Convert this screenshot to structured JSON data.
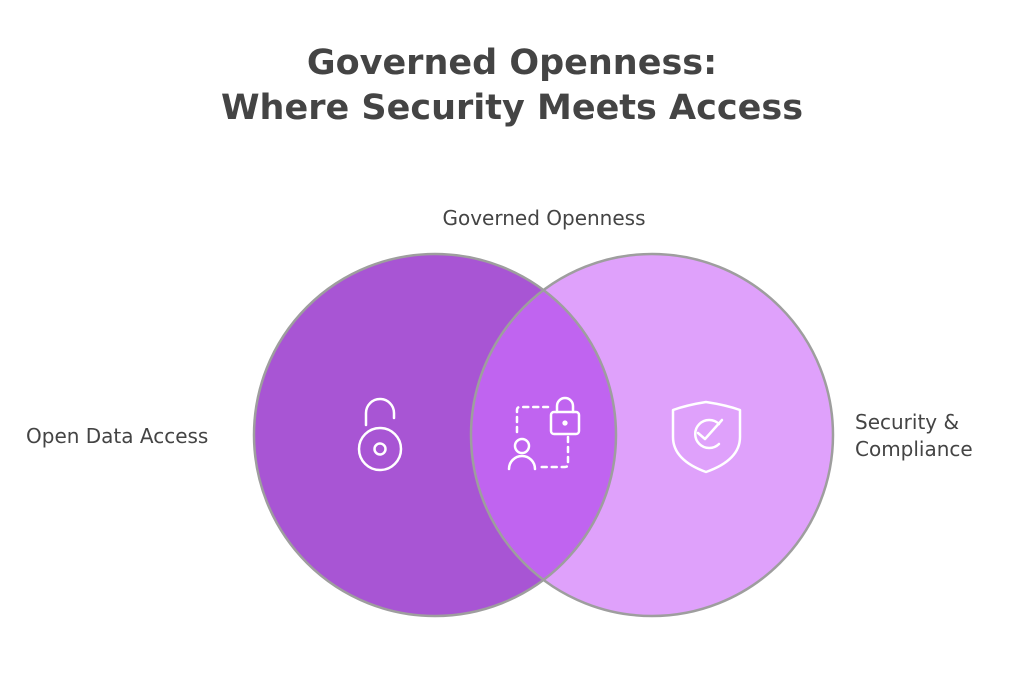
{
  "title": {
    "line1": "Governed Openness:",
    "line2": "Where Security Meets Access"
  },
  "labels": {
    "intersection": "Governed Openness",
    "left": "Open Data Access",
    "right_line1": "Security &",
    "right_line2": "Compliance"
  },
  "icons": {
    "left": "unlocked-padlock-icon",
    "center": "user-with-lock-icon",
    "right": "shield-check-icon"
  },
  "colors": {
    "left_circle": "#a855d4",
    "right_circle": "#dfa1fb",
    "intersection": "#c064f0",
    "outline": "#9e9e9e",
    "text": "#444444",
    "icon_stroke": "#ffffff"
  }
}
